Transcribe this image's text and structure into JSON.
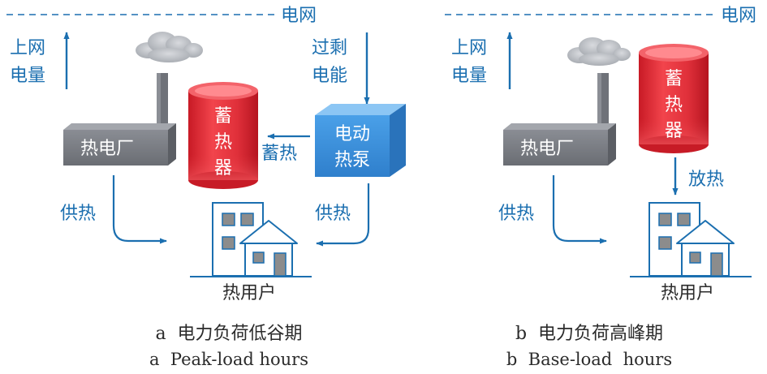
{
  "panels": [
    {
      "grid": "电网",
      "grid_export": [
        "上网",
        "电量"
      ],
      "surplus_power": [
        "过剩",
        "电能"
      ],
      "chp_plant": "热电厂",
      "heat_storage": [
        "蓄",
        "热",
        "器"
      ],
      "heat_pump": [
        "电动",
        "热泵"
      ],
      "store_heat": "蓄热",
      "supply_heat_left": "供热",
      "supply_heat_right": "供热",
      "heat_users": "热用户",
      "caption_cn": "a  电力负荷低谷期",
      "caption_en": "a  Peak-load hours"
    },
    {
      "grid": "电网",
      "grid_export": [
        "上网",
        "电量"
      ],
      "chp_plant": "热电厂",
      "heat_storage": [
        "蓄",
        "热",
        "器"
      ],
      "release_heat": "放热",
      "supply_heat_left": "供热",
      "heat_users": "热用户",
      "caption_cn": "b  电力负荷高峰期",
      "caption_en": "b  Base-load  hours"
    }
  ],
  "colors": {
    "arrow_blue": "#1b6fb0",
    "tank_red": "#e0303a",
    "pump_blue": "#3b8fdc",
    "plant_gray": "#7c7f86",
    "building_gray": "#8c8c8c"
  }
}
